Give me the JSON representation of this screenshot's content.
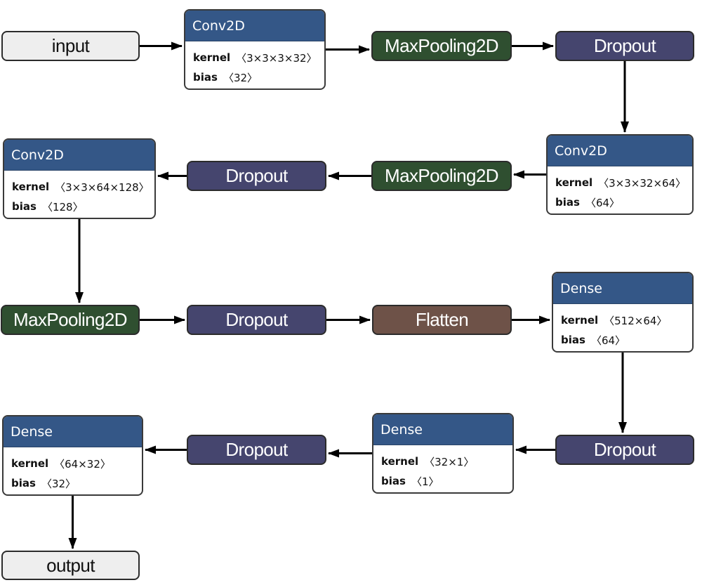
{
  "nodes": {
    "input": {
      "label": "input"
    },
    "conv1": {
      "title": "Conv2D",
      "kernel_key": "kernel",
      "kernel": "〈3×3×3×32〉",
      "bias_key": "bias",
      "bias": "〈32〉"
    },
    "maxpool1": {
      "label": "MaxPooling2D"
    },
    "dropout1": {
      "label": "Dropout"
    },
    "conv2": {
      "title": "Conv2D",
      "kernel_key": "kernel",
      "kernel": "〈3×3×32×64〉",
      "bias_key": "bias",
      "bias": "〈64〉"
    },
    "maxpool2": {
      "label": "MaxPooling2D"
    },
    "dropout2": {
      "label": "Dropout"
    },
    "conv3": {
      "title": "Conv2D",
      "kernel_key": "kernel",
      "kernel": "〈3×3×64×128〉",
      "bias_key": "bias",
      "bias": "〈128〉"
    },
    "maxpool3": {
      "label": "MaxPooling2D"
    },
    "dropout3": {
      "label": "Dropout"
    },
    "flatten": {
      "label": "Flatten"
    },
    "dense1": {
      "title": "Dense",
      "kernel_key": "kernel",
      "kernel": "〈512×64〉",
      "bias_key": "bias",
      "bias": "〈64〉"
    },
    "dropout4": {
      "label": "Dropout"
    },
    "dense2": {
      "title": "Dense",
      "kernel_key": "kernel",
      "kernel": "〈32×1〉",
      "bias_key": "bias",
      "bias": "〈1〉"
    },
    "dropout5": {
      "label": "Dropout"
    },
    "dense3": {
      "title": "Dense",
      "kernel_key": "kernel",
      "kernel": "〈64×32〉",
      "bias_key": "bias",
      "bias": "〈32〉"
    },
    "output": {
      "label": "output"
    }
  },
  "edges": [
    [
      "input",
      "conv1"
    ],
    [
      "conv1",
      "maxpool1"
    ],
    [
      "maxpool1",
      "dropout1"
    ],
    [
      "dropout1",
      "conv2"
    ],
    [
      "conv2",
      "maxpool2"
    ],
    [
      "maxpool2",
      "dropout2"
    ],
    [
      "dropout2",
      "conv3"
    ],
    [
      "conv3",
      "maxpool3"
    ],
    [
      "maxpool3",
      "dropout3"
    ],
    [
      "dropout3",
      "flatten"
    ],
    [
      "flatten",
      "dense1"
    ],
    [
      "dense1",
      "dropout4"
    ],
    [
      "dropout4",
      "dense2"
    ],
    [
      "dense2",
      "dropout5"
    ],
    [
      "dropout5",
      "dense3"
    ],
    [
      "dense3",
      "output"
    ]
  ],
  "colors": {
    "io": "#eeeeee",
    "maxpool": "#2f4f30",
    "dropout": "#45456e",
    "flatten": "#6e5248",
    "card_header": "#345787",
    "edge": "#000000"
  }
}
